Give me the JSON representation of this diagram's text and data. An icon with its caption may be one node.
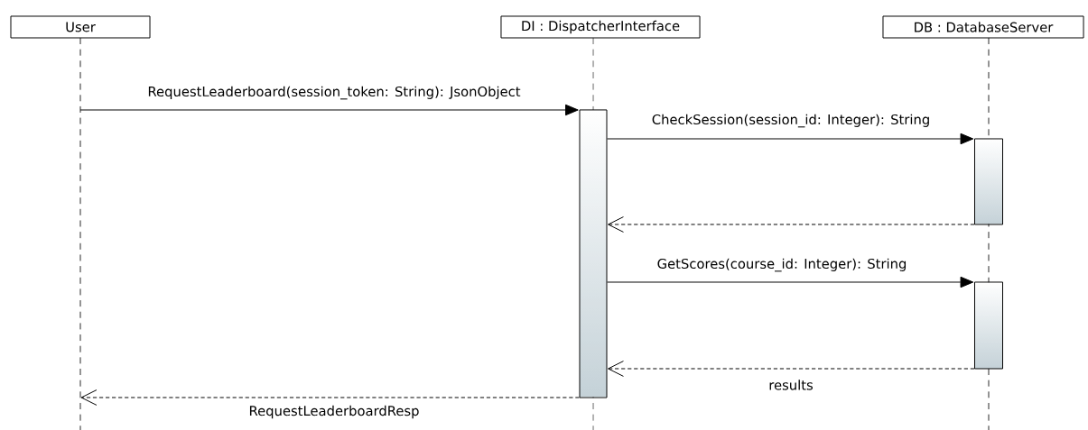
{
  "diagram": {
    "nodes": [
      {
        "text": [
          "User"
        ]
      },
      {
        "text": [
          "DI : DispatcherInterface"
        ]
      },
      {
        "text": [
          "DB : DatabaseServer"
        ]
      },
      {
        "text": [],
        "shape": "bar",
        "in": 1
      },
      {
        "text": [],
        "shape": "bar",
        "in": 2
      },
      {
        "text": [],
        "shape": "bar",
        "in": 2
      }
    ],
    "edges": [
      {
        "from": 0,
        "to": 3,
        "arrow": "to",
        "label": "RequestLeaderboard(session_token: String): JsonObject"
      },
      {
        "from": 3,
        "to": 4,
        "arrow": "to",
        "label": "CheckSession(session_id: Integer): String"
      },
      {
        "from": 4,
        "to": 3,
        "arrow": "to",
        "style": "dashed"
      },
      {
        "from": 3,
        "to": 5,
        "arrow": "to",
        "label": "GetScores(course_id: Integer): String"
      },
      {
        "from": 5,
        "to": 3,
        "arrow": "to",
        "style": "dashed",
        "label": "results"
      },
      {
        "from": 3,
        "to": 0,
        "arrow": "to",
        "style": "dashed",
        "label": "RequestLeaderboardResp"
      }
    ]
  }
}
